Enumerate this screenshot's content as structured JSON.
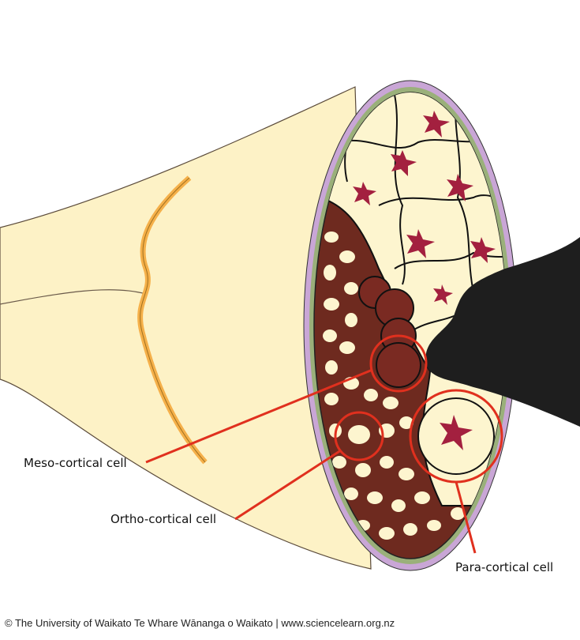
{
  "labels": {
    "meso": "Meso-cortical cell",
    "ortho": "Ortho-cortical cell",
    "para": "Para-cortical cell"
  },
  "footer": "© The University of Waikato Te Whare Wānanga o Waikato | www.sciencelearn.org.nz",
  "colors": {
    "fibre": "#fdf2c6",
    "band": "#f5b04a",
    "cortex": "#6e2a1f",
    "cell": "#fdf5cf",
    "star": "#a3203f",
    "highlight": "#e0301e",
    "tip": "#1e1e1e",
    "cuticle": "#c9a6d6"
  }
}
